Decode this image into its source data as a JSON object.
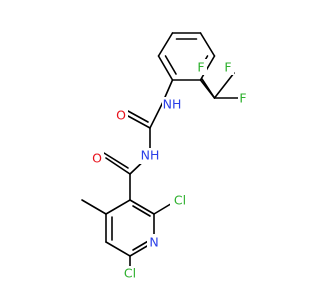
{
  "colors": {
    "background": "#ffffff",
    "bond": "#000000",
    "oxygen": "#e8101a",
    "nitrogen": "#2a3fe8",
    "chlorine": "#2db02d",
    "fluorine": "#2db02d"
  },
  "atoms": {
    "o_urea": "O",
    "nh_aryl": "NH",
    "o_amide": "O",
    "nh_imide": "NH",
    "n_pyridine": "N",
    "cl_2": "Cl",
    "cl_6": "Cl",
    "f_top_left": "F",
    "f_top_right": "F",
    "f_right": "F"
  }
}
